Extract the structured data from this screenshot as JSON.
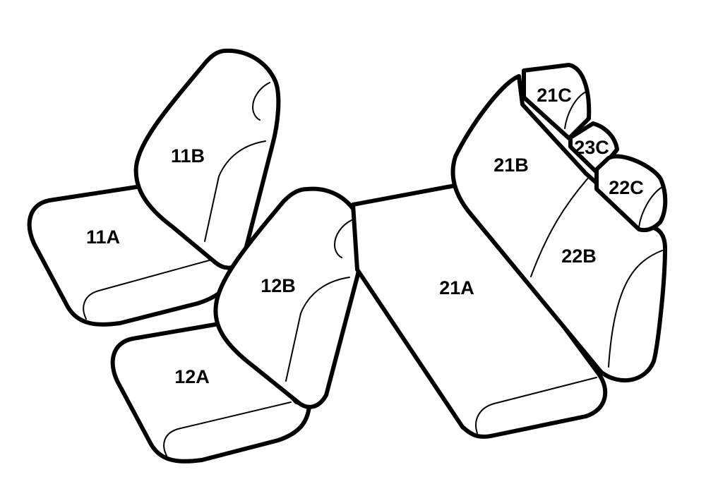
{
  "parts": {
    "front_left_cushion": "11A",
    "front_left_backrest": "11B",
    "front_right_cushion": "12A",
    "front_right_backrest": "12B",
    "rear_cushion": "21A",
    "rear_left_backrest": "21B",
    "rear_right_backrest": "22B",
    "rear_left_headrest": "21C",
    "rear_center_headrest": "23C",
    "rear_right_headrest": "22C"
  },
  "colors": {
    "outline": "#000000",
    "fill": "#ffffff"
  }
}
